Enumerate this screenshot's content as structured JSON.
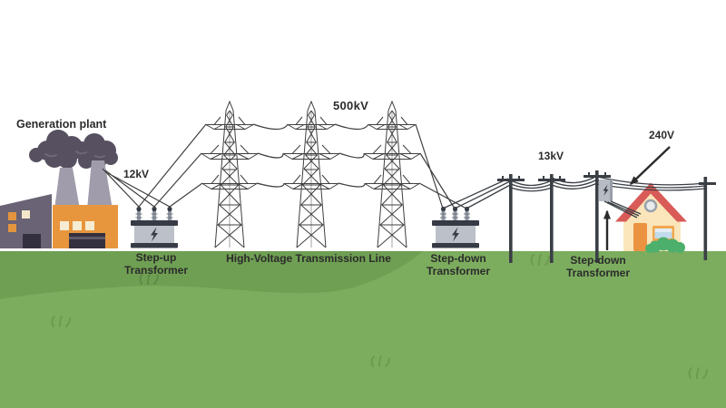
{
  "labels": {
    "generation_plant": "Generation plant",
    "step_up_transformer": {
      "line1": "Step-up",
      "line2": "Transformer"
    },
    "hv_transmission_line": "High-Voltage Transmission Line",
    "step_down_transformer_1": {
      "line1": "Step-down",
      "line2": "Transformer"
    },
    "step_down_transformer_2": {
      "line1": "Step-down",
      "line2": "Transformer"
    }
  },
  "voltages": {
    "generation": "12kV",
    "transmission": "500kV",
    "distribution": "13kV",
    "household": "240V"
  },
  "icons": {
    "step_up_transformer": "lightning-bolt-icon",
    "step_down_transformer": "lightning-bolt-icon",
    "pole_transformer": "lightning-bolt-icon"
  },
  "colors": {
    "background": "#ffffff",
    "ground_dark": "#6f9f53",
    "ground_light": "#7cad5f",
    "grass_tuft_dark": "#5d8a44",
    "grass_tuft_light": "#6d9a50",
    "factory_gray": "#696375",
    "factory_orange": "#e8963e",
    "window_cream": "#f6ecd2",
    "smoke": "#565060",
    "stack_gray": "#a19cab",
    "transformer_body": "#bcc0c8",
    "transformer_band": "#363b46",
    "wire": "#3f3f3f",
    "pole": "#3a3f45",
    "house_wall": "#fbe5ba",
    "house_roof": "#d85b57",
    "house_door": "#eb9340",
    "window_glass": "#c2dbec",
    "bush": "#4cb06c",
    "label_text": "#2b2b2b"
  }
}
